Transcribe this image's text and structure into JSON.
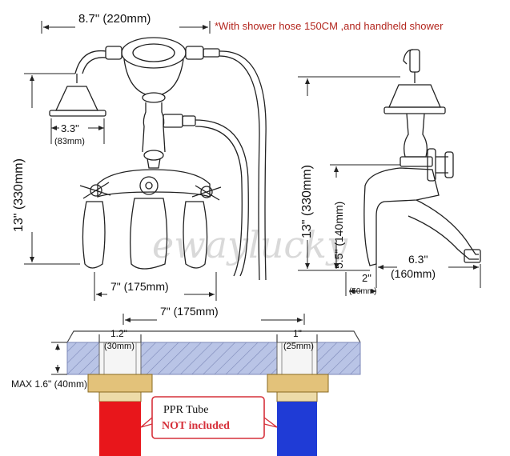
{
  "note": "*With shower hose 150CM ,and handheld shower",
  "watermark": "ewaylucky",
  "dimensions": {
    "top_width": "8.7\" (220mm)",
    "left_height": "13\" (330mm)",
    "head_dia_in": "3.3\"",
    "head_dia_mm": "(83mm)",
    "mount_spacing": "7\" (175mm)",
    "side_height": "13\" (330mm)",
    "spout_height": "5.5\" (140mm)",
    "spout_reach_in": "6.3\"",
    "spout_reach_mm": "(160mm)",
    "base_in": "2\"",
    "base_mm": "(50mm)",
    "bottom_spacing": "7\" (175mm)",
    "left_pipe_in": "1.2\"",
    "left_pipe_mm": "(30mm)",
    "right_pipe_in": "1\"",
    "right_pipe_mm": "(25mm)",
    "max_thickness": "MAX 1.6\" (40mm)"
  },
  "callout": {
    "line1": "PPR Tube",
    "line2": "NOT included"
  },
  "colors": {
    "note": "#b3261e",
    "hot_tube": "#e8161b",
    "cold_tube": "#1f3bd6",
    "countertop": "#b9c4e6",
    "fitting": "#e3c27a",
    "callout_border": "#d6303a"
  }
}
